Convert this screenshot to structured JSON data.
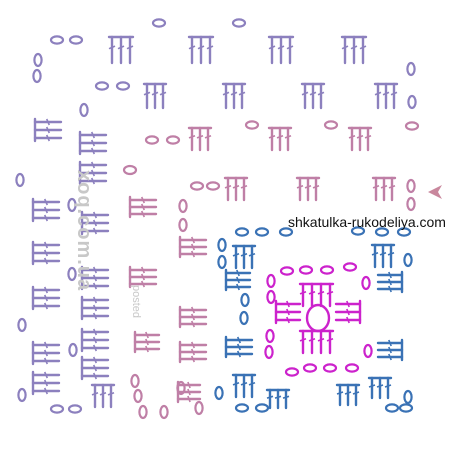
{
  "site_label": "shkatulka-rukodeliya.com",
  "watermark": "xoq.com.ua",
  "watermark_sub": "posted",
  "arrow_icon": "chevron-left-icon",
  "colors": {
    "round1": "#cc22cc",
    "round2": "#3a72b5",
    "round3": "#bf7fa6",
    "round4": "#8c80be",
    "arrow": "#c9879d"
  }
}
